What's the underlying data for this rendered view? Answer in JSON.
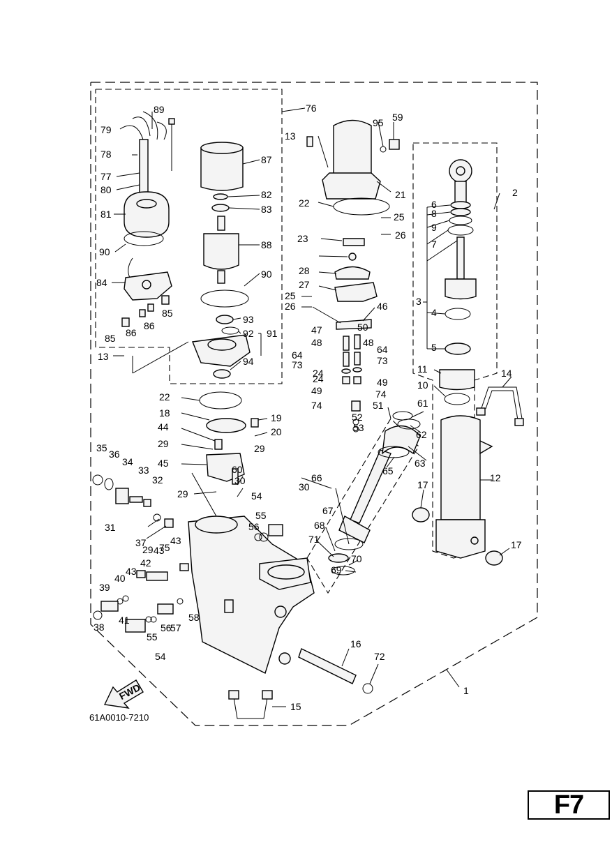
{
  "drawing_code": "61A0010-7210",
  "page_badge": "F7",
  "fwd_label": "FWD",
  "callouts": [
    "1",
    "2",
    "3",
    "4",
    "5",
    "6",
    "7",
    "8",
    "9",
    "10",
    "11",
    "12",
    "13",
    "13",
    "14",
    "15",
    "16",
    "17",
    "17",
    "18",
    "19",
    "20",
    "21",
    "22",
    "22",
    "23",
    "24",
    "24",
    "25",
    "25",
    "26",
    "26",
    "27",
    "28",
    "29",
    "29",
    "29",
    "29",
    "30",
    "30",
    "31",
    "32",
    "33",
    "34",
    "35",
    "36",
    "37",
    "38",
    "39",
    "40",
    "41",
    "42",
    "43",
    "43",
    "43",
    "44",
    "45",
    "46",
    "47",
    "48",
    "48",
    "49",
    "49",
    "50",
    "51",
    "52",
    "53",
    "54",
    "54",
    "55",
    "55",
    "56",
    "56",
    "57",
    "58",
    "59",
    "60",
    "61",
    "62",
    "63",
    "64",
    "64",
    "65",
    "66",
    "67",
    "68",
    "69",
    "70",
    "71",
    "72",
    "73",
    "73",
    "74",
    "74",
    "75",
    "76",
    "77",
    "78",
    "79",
    "80",
    "81",
    "82",
    "83",
    "84",
    "85",
    "85",
    "86",
    "86",
    "87",
    "88",
    "89",
    "90",
    "90",
    "91",
    "92",
    "93",
    "94",
    "95"
  ]
}
